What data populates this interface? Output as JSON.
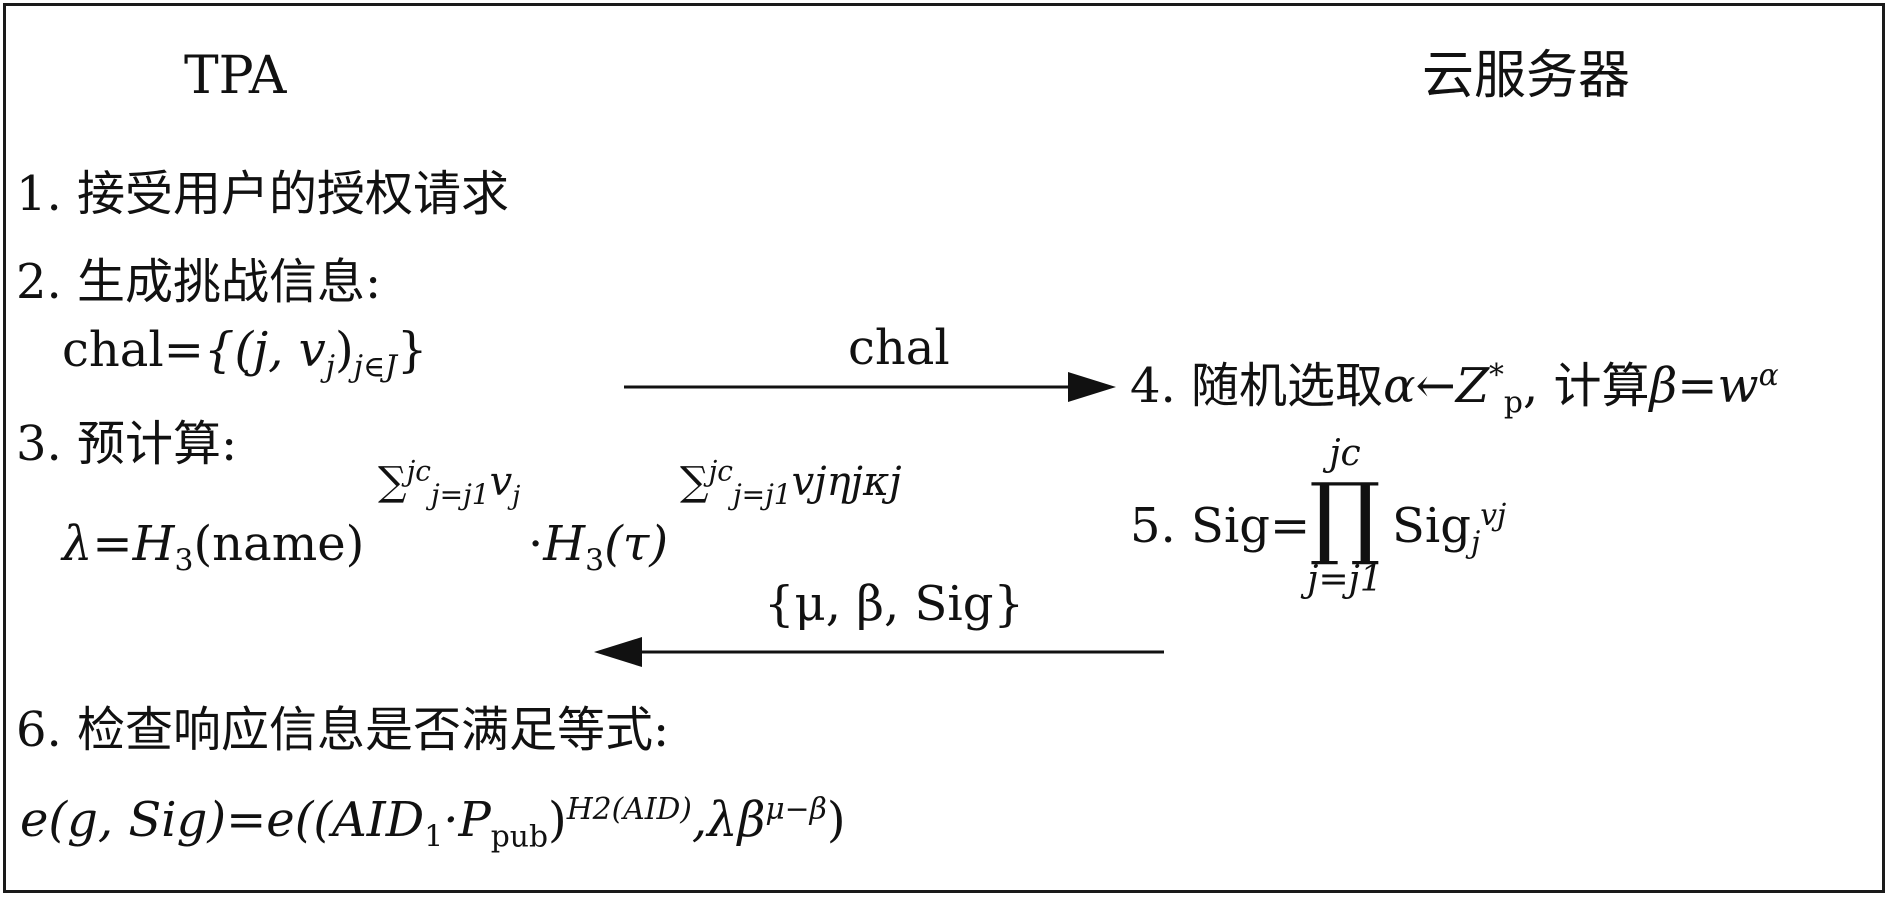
{
  "headers": {
    "left": "TPA",
    "right": "云服务器"
  },
  "steps": {
    "s1": "1. 接受用户的授权请求",
    "s2": "2. 生成挑战信息:",
    "s2_formula": {
      "lhs": "chal=",
      "body": "{(j, v",
      "sub1": "j",
      "close": ")",
      "sub2": "j∈J",
      "end": "}"
    },
    "s3": "3. 预计算:",
    "s3_formula": {
      "a": "λ=",
      "H": "H",
      "h3": "3",
      "name": "(name)",
      "sup1": "∑",
      "sup1_top": "jc",
      "sup1_bot": "j=j1",
      "sup1_v": "v",
      "sup1_vs": "j",
      "dot": "·",
      "H2": "H",
      "h3b": "3",
      "tau": "(τ)",
      "sup2": "∑",
      "sup2_top": "jc",
      "sup2_bot": "j=j1",
      "sup2_tail": "vjηjκj"
    },
    "s4": {
      "prefix": "4. 随机选取",
      "alpha": "α←Z",
      "zsup": "*",
      "zsub": "p",
      "mid": ", 计算",
      "beta": "β=w",
      "wsup": "α"
    },
    "s5": {
      "prefix": "5. Sig=",
      "prod_top": "jc",
      "prod_op": "∏",
      "prod_bot": "j=j1",
      "sig": "Sig",
      "sig_sub": "j",
      "sig_sup": "vj"
    },
    "s6": "6. 检查响应信息是否满足等式:",
    "s6_formula": {
      "lhs": "e(g, Sig)=e((AID",
      "sub1": "1",
      "dot": "·P",
      "pub": "pub",
      "close": ")",
      "exp": "H2(AID)",
      "tail": ",λβ",
      "exp2": "μ−β",
      "end": ")"
    }
  },
  "messages": {
    "forward": "chal",
    "back": "{μ, β, Sig}"
  }
}
